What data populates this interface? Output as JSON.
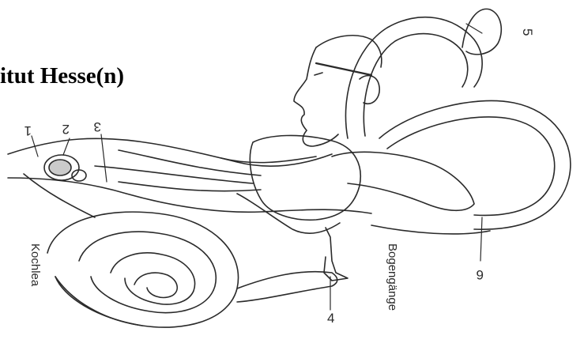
{
  "title": "itut Hesse(n)",
  "labels": {
    "l1": "1",
    "l2": "2",
    "l3": "3",
    "l4": "4",
    "l5": "5",
    "l6": "6",
    "kochlea": "Kochlea",
    "bogengaenge": "Bogengänge"
  },
  "colors": {
    "ink": "#2a2a2a",
    "paper": "#ffffff"
  }
}
